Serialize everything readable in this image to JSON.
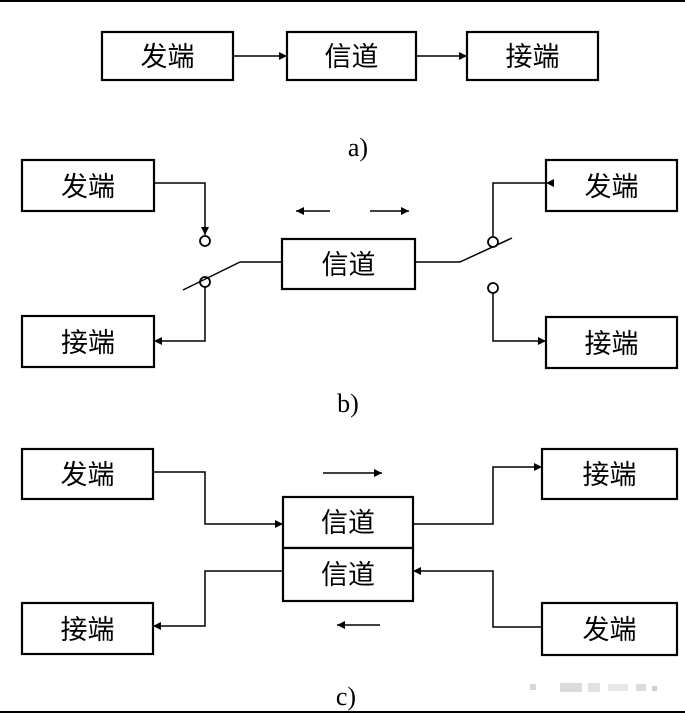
{
  "panel_a": {
    "sender": "发端",
    "channel": "信道",
    "receiver": "接端",
    "caption": "a)"
  },
  "panel_b": {
    "left_sender": "发端",
    "left_receiver": "接端",
    "channel": "信道",
    "right_sender": "发端",
    "right_receiver": "接端",
    "caption": "b)"
  },
  "panel_c": {
    "left_sender": "发端",
    "left_receiver": "接端",
    "channel_top": "信道",
    "channel_bottom": "信道",
    "right_receiver": "接端",
    "right_sender": "发端",
    "caption": "c)"
  }
}
